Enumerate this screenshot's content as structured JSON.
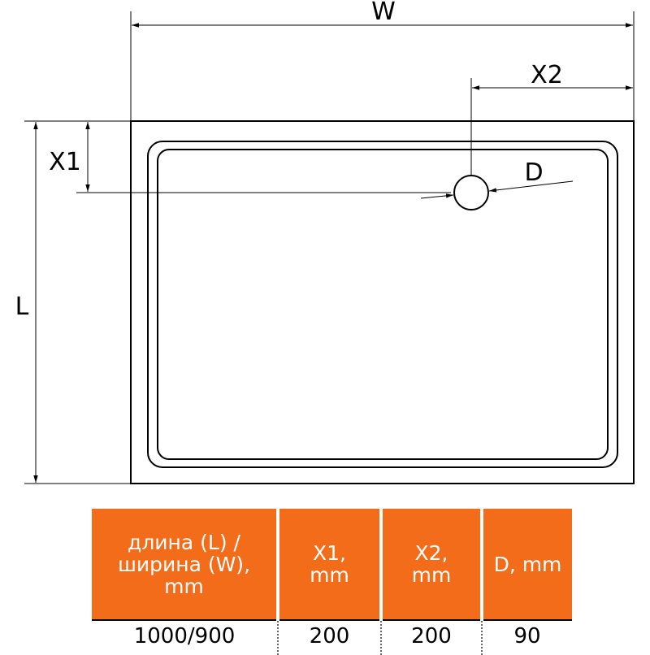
{
  "diagram": {
    "labels": {
      "width": "W",
      "length": "L",
      "x1": "X1",
      "x2": "X2",
      "drain": "D"
    },
    "colors": {
      "line": "#000000",
      "header_bg": "#f26c1a",
      "header_text": "#ffffff"
    }
  },
  "table": {
    "headers": [
      "длина (L) /\nширина (W),\nmm",
      "X1,\nmm",
      "X2,\nmm",
      "D, mm"
    ],
    "rows": [
      [
        "1000/900",
        "200",
        "200",
        "90"
      ]
    ]
  }
}
